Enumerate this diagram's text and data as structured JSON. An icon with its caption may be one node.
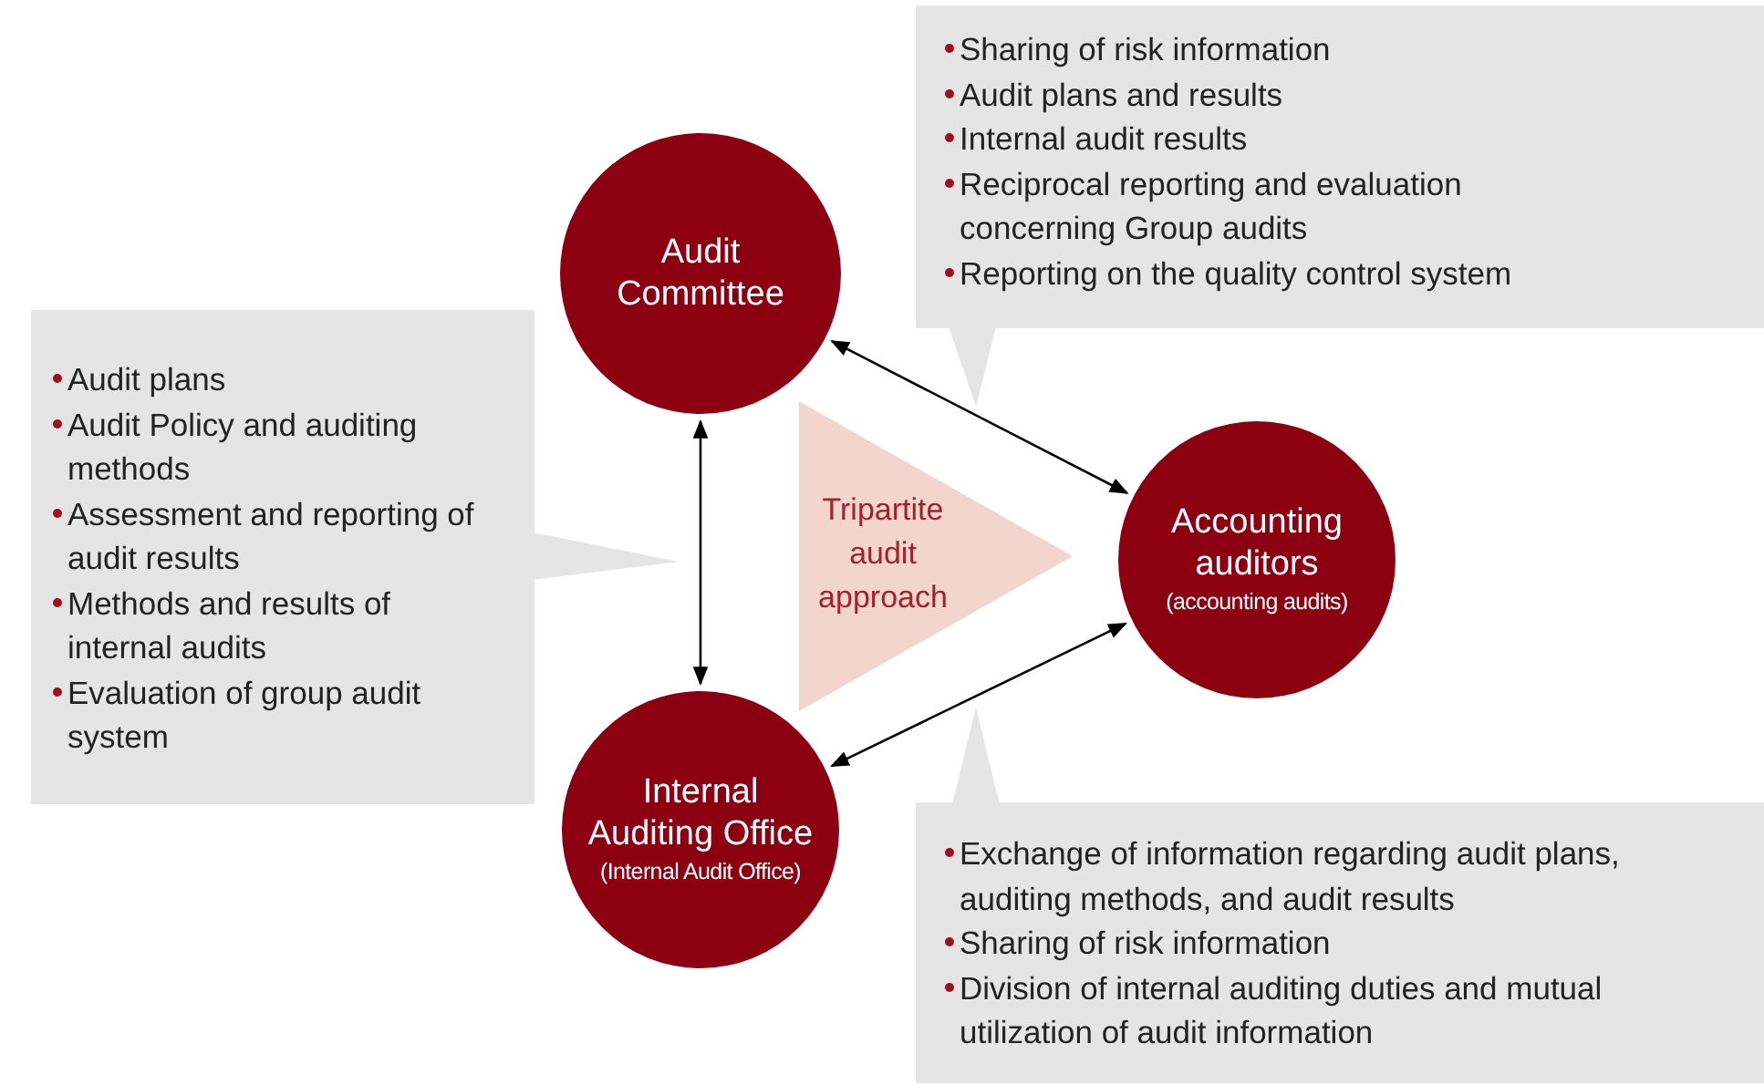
{
  "diagram": {
    "nodes": [
      {
        "text": [
          "Audit Committee"
        ]
      },
      {
        "text": [
          "Accounting auditors",
          "(accounting audits)"
        ]
      },
      {
        "text": [
          "Internal Auditing Office",
          "(Internal Audit Office)"
        ]
      },
      {
        "text": [
          "Tripartite audit approach"
        ]
      },
      {
        "text": [
          "Sharing of risk information",
          "Audit plans and results",
          "Internal audit results",
          "Reciprocal reporting and evaluation concerning Group audits",
          "Reporting on the quality control system"
        ]
      },
      {
        "text": [
          "Audit plans",
          "Audit Policy and auditing methods",
          "Assessment and reporting of audit results",
          "Methods and results of internal audits",
          "Evaluation of group audit system"
        ]
      },
      {
        "text": [
          "Exchange of information regarding audit plans, auditing methods, and audit results",
          "Sharing of risk information",
          "Division of internal auditing duties and mutual utilization of audit information"
        ]
      }
    ],
    "edges": [
      {
        "from": 0,
        "to": 1,
        "arrow": "both"
      },
      {
        "from": 0,
        "to": 2,
        "arrow": "both"
      },
      {
        "from": 2,
        "to": 1,
        "arrow": "both"
      }
    ]
  }
}
